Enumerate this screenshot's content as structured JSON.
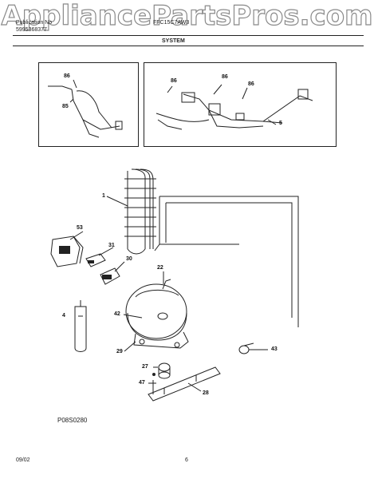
{
  "watermark": "AppliancePartsPros.com",
  "header": {
    "pub_line": "Publication No",
    "pub_number": "5995368377",
    "model": "FFC15C7AW3",
    "section_title": "SYSTEM"
  },
  "footer": {
    "date": "09/02",
    "page": "6"
  },
  "drawing_code": "P08S0280",
  "part_labels": [
    "86",
    "85",
    "86",
    "86",
    "86",
    "5",
    "1",
    "53",
    "31",
    "30",
    "22",
    "4",
    "42",
    "29",
    "43",
    "27",
    "47",
    "28"
  ]
}
